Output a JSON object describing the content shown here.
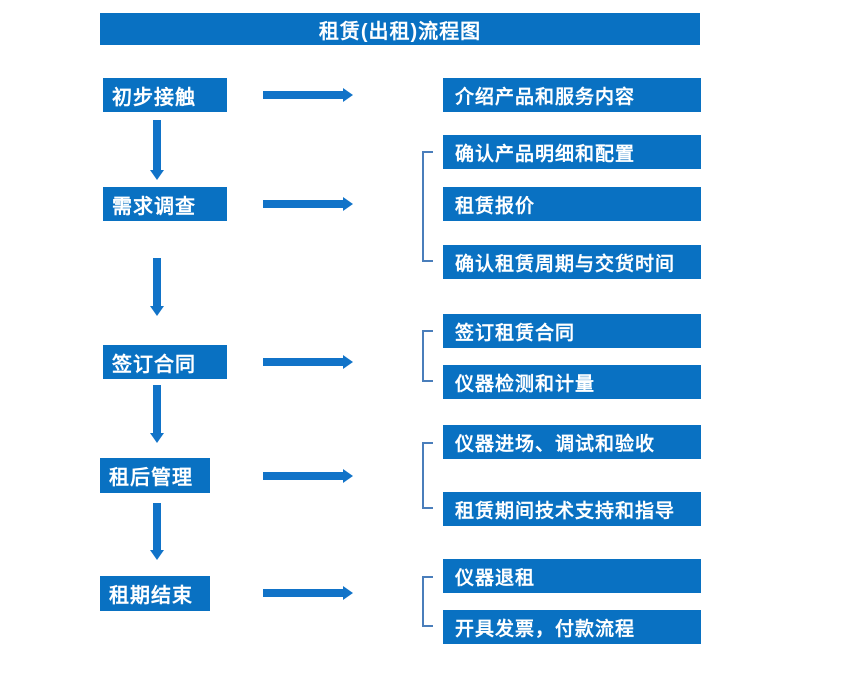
{
  "title": "租赁(出租)流程图",
  "steps": [
    {
      "label": "初步接触",
      "details": [
        "介绍产品和服务内容"
      ]
    },
    {
      "label": "需求调查",
      "details": [
        "确认产品明细和配置",
        "租赁报价",
        "确认租赁周期与交货时间"
      ]
    },
    {
      "label": "签订合同",
      "details": [
        "签订租赁合同",
        "仪器检测和计量"
      ]
    },
    {
      "label": "租后管理",
      "details": [
        "仪器进场、调试和验收",
        "租赁期间技术支持和指导"
      ]
    },
    {
      "label": "租期结束",
      "details": [
        "仪器退租",
        "开具发票，付款流程"
      ]
    }
  ],
  "colors": {
    "box_fill": "#0971C2",
    "arrow": "#1173C8",
    "bracket": "#4A7EBB",
    "text": "#FFFFFF",
    "background": "#FFFFFF"
  }
}
